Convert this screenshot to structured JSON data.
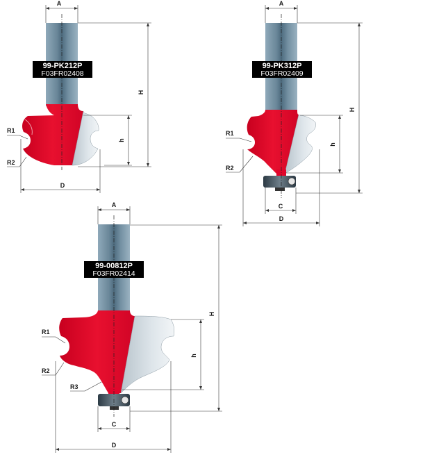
{
  "tools": [
    {
      "code": "99-PK212P",
      "ref": "F03FR02408",
      "dims": {
        "a": "A",
        "h_total": "H",
        "h": "h",
        "d": "D",
        "r1": "R1",
        "r2": "R2"
      }
    },
    {
      "code": "99-PK312P",
      "ref": "F03FR02409",
      "dims": {
        "a": "A",
        "h_total": "H",
        "h": "h",
        "d": "D",
        "c": "C",
        "r1": "R1",
        "r2": "R2"
      }
    },
    {
      "code": "99-00812P",
      "ref": "F03FR02414",
      "dims": {
        "a": "A",
        "h_total": "H",
        "h": "h",
        "d": "D",
        "c": "C",
        "r1": "R1",
        "r2": "R2",
        "r3": "R3"
      }
    }
  ],
  "colors": {
    "body": "#e1052b",
    "shank": "#6f8da0",
    "carbide": "#d8dfe5",
    "label_bg": "#000000"
  }
}
